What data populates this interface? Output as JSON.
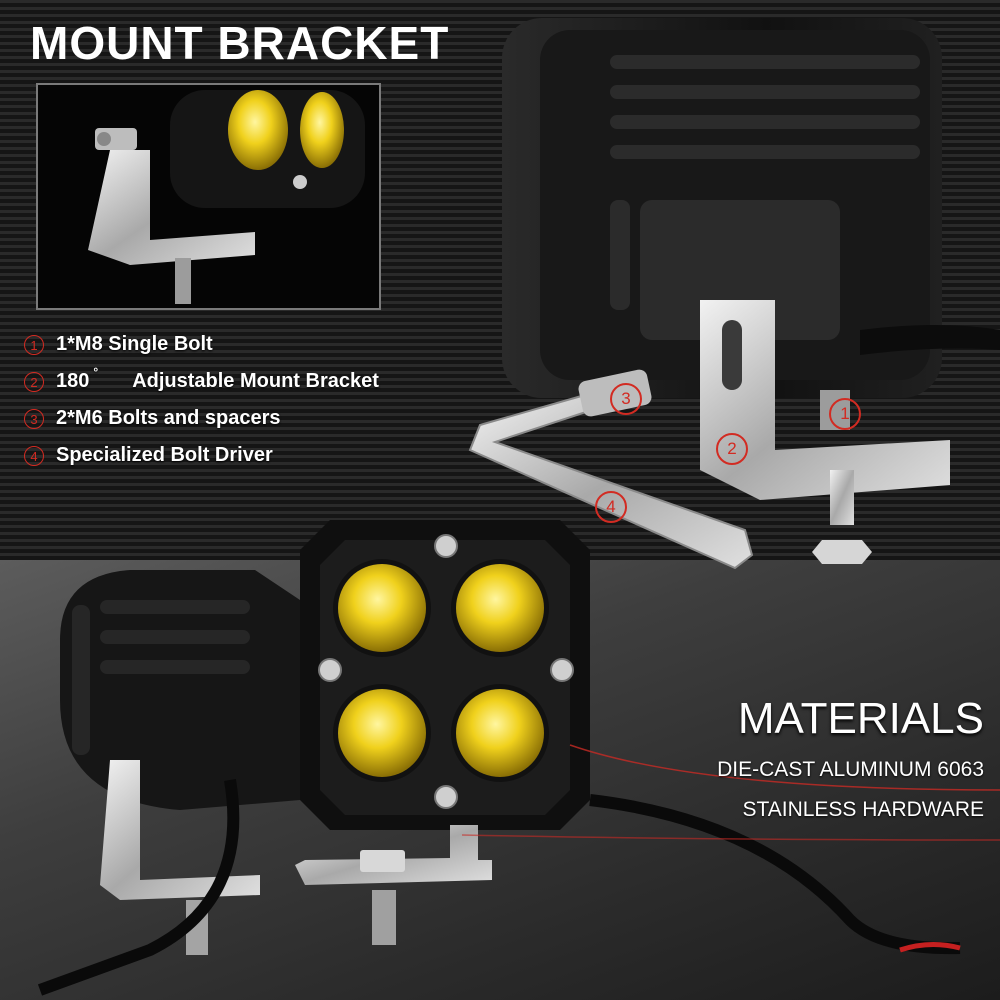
{
  "header": {
    "title": "MOUNT BRACKET"
  },
  "features": [
    {
      "num": "1",
      "text": "1*M8 Single Bolt"
    },
    {
      "num": "2",
      "text_a": "180",
      "degree_mark": "°",
      "text_b": "Adjustable Mount Bracket"
    },
    {
      "num": "3",
      "text": "2*M6 Bolts and spacers"
    },
    {
      "num": "4",
      "text": "Specialized Bolt Driver"
    }
  ],
  "callouts": [
    "1",
    "2",
    "3",
    "4"
  ],
  "materials": {
    "title": "MATERIALS",
    "items": [
      "DIE-CAST ALUMINUM 6063",
      "STAINLESS HARDWARE"
    ]
  },
  "colors": {
    "accent_red": "#d22b22",
    "lens_yellow": "#f2d21a",
    "housing_black": "#141414",
    "steel": "#c7c7c7"
  }
}
